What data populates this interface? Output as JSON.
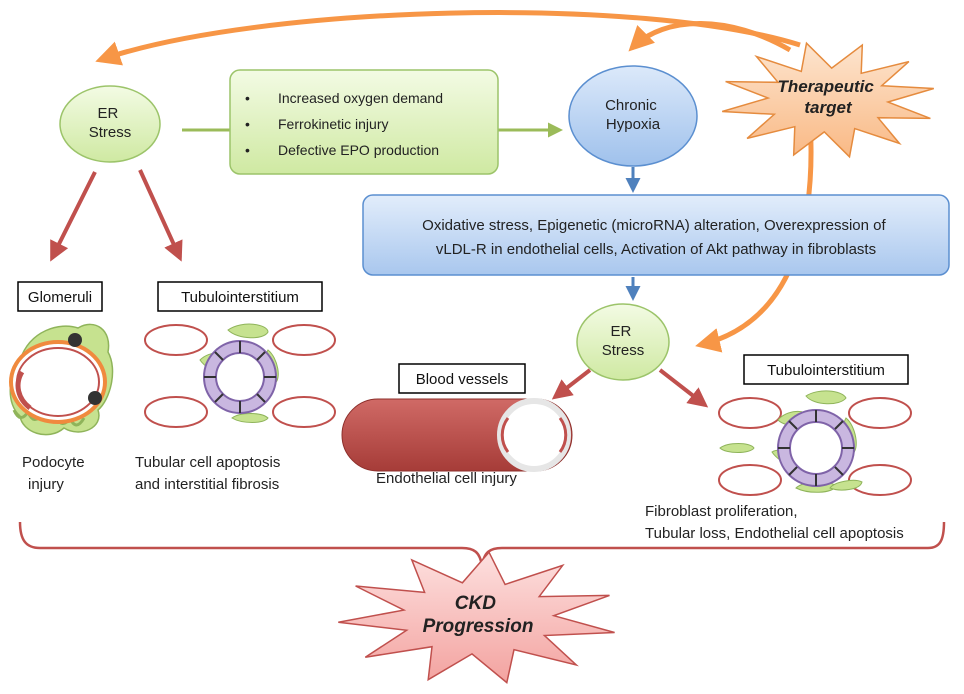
{
  "nodes": {
    "er_stress_left": [
      "ER",
      "Stress"
    ],
    "er_stress_right": [
      "ER",
      "Stress"
    ],
    "chronic_hypoxia": [
      "Chronic",
      "Hypoxia"
    ],
    "therapeutic_target": [
      "Therapeutic",
      "target"
    ],
    "ckd_progression": [
      "CKD",
      "Progression"
    ]
  },
  "mechanisms_box": {
    "items": [
      "Increased oxygen demand",
      "Ferrokinetic injury",
      "Defective EPO production"
    ],
    "bullet": "•"
  },
  "hypoxia_effects": [
    "Oxidative stress, Epigenetic (microRNA) alteration, Overexpression of",
    "vLDL-R in endothelial cells, Activation of Akt pathway in fibroblasts"
  ],
  "labels": {
    "glomeruli": "Glomeruli",
    "tubulointerstitium_left": "Tubulointerstitium",
    "blood_vessels": "Blood vessels",
    "tubulointerstitium_right": "Tubulointerstitium"
  },
  "captions": {
    "podocyte_injury": [
      "Podocyte",
      "injury"
    ],
    "tubular_apoptosis": [
      "Tubular cell apoptosis",
      "and interstitial fibrosis"
    ],
    "endothelial_injury": [
      "Endothelial cell injury"
    ],
    "fibroblast_proliferation": [
      "Fibroblast proliferation,",
      "Tubular loss, Endothelial cell apoptosis"
    ]
  },
  "colors": {
    "green_fill": "#e3f5c4",
    "green_stroke": "#9cc46a",
    "blue_fill": "#b9d4f2",
    "blue_stroke": "#5b8fd0",
    "red_arrow": "#c0504d",
    "green_arrow": "#9bbb59",
    "blue_arrow": "#4f81bd",
    "orange_arrow": "#f79646",
    "orange_fill": "#fcd5b4",
    "pink_fill": "#f9c6c4",
    "cell_green": "#c6e28f",
    "tubule_purple": "#c9b7e0"
  }
}
